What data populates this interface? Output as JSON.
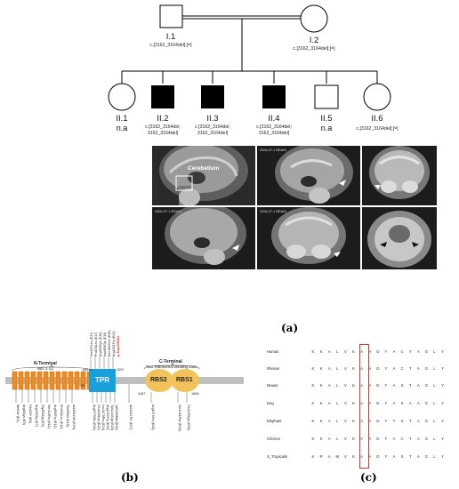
{
  "pedigree": {
    "gen1": [
      {
        "id": "I.1",
        "genotype": "c.[3162_3164del];[=]"
      },
      {
        "id": "I.2",
        "genotype": "c.[3162_3164del];[=]"
      }
    ],
    "gen2": [
      {
        "id": "II.1",
        "genotype": "n.a"
      },
      {
        "id": "II.2",
        "genotype_l1": "c.[3162_3164del;",
        "genotype_l2": "3162_3164del]"
      },
      {
        "id": "II.3",
        "genotype_l1": "c.[3162_3164del;",
        "genotype_l2": "3162_3164del]"
      },
      {
        "id": "II.4",
        "genotype_l1": "c.[3162_3164del;",
        "genotype_l2": "3162_3164del]"
      },
      {
        "id": "II.5",
        "genotype": "n.a"
      },
      {
        "id": "II.6",
        "genotype": "c.[3162_3164del];[=]"
      }
    ]
  },
  "mri": {
    "cerebellum_label": "Cerebellum",
    "header_text": "2006-07-1 BRAIN"
  },
  "panel_labels": {
    "a": "(a)",
    "b": "(b)",
    "c": "(c)"
  },
  "protein": {
    "n_terminal_title": "N-Terminal",
    "n_terminal_sub": "WD 1-13",
    "tpr_label": "TPR",
    "c_terminal_title": "C-Terminal",
    "c_terminal_sub": "Two Ribosomal Binding sites",
    "rbs2_label": "RBS2",
    "rbs1_label": "RBS1",
    "pos_739": "739",
    "pos_845": "845",
    "pos_1097": "1097",
    "pos_1287": "1287",
    "pos_1508": "1508",
    "highlight_variant": "p.Asp1055del",
    "below_variants": [
      "Met1Ile (E2)",
      "Arg83Lys (E5)",
      "Gln150* (E6)",
      "Arg201Gly (E7)",
      "Gly355Arg (E9)",
      "Ser413Pro (E11)",
      "Arg500Trp (E12)",
      "Pro520Leu (E12)",
      "Thr650Ile (E15)",
      "Ala1004Val (E20)",
      "Arg1075Gln (E21)",
      "Glu1120Lys (E22)",
      "Leu1179Pro (E24)",
      "Arg1215Trp (E25)",
      "Tyr1244Cys (E25)",
      "Val1260Met (E26)",
      "Ala1312Thr (E27)",
      "Arg1374His (E28)",
      "Ser1401Phe (E29)",
      "Glu1450Lys (E30)"
    ],
    "above_variants": [
      "Ser857Leu (E17)",
      "Pro878Leu (E17)",
      "Arg929Cys (E18)",
      "Asp955Gly (E19)",
      "Asn1002Ser (E20)",
      "Arg1031Trp (E21)",
      "p.Asp1055del"
    ]
  },
  "alignment": {
    "species": [
      "Human",
      "Rhesus",
      "Mouse",
      "Dog",
      "Elephant",
      "Chicken",
      "X_Tropicalis"
    ],
    "sequences": [
      [
        "K",
        "K",
        "A",
        "L",
        "V",
        "K",
        "A",
        "A",
        "D",
        "Y",
        "A",
        "C",
        "T",
        "A",
        "G",
        "L",
        "Y"
      ],
      [
        "K",
        "K",
        "A",
        "L",
        "V",
        "K",
        "A",
        "A",
        "D",
        "Y",
        "A",
        "C",
        "T",
        "A",
        "G",
        "L",
        "Y"
      ],
      [
        "K",
        "K",
        "A",
        "L",
        "V",
        "K",
        "A",
        "A",
        "D",
        "Y",
        "A",
        "S",
        "T",
        "A",
        "G",
        "L",
        "Y"
      ],
      [
        "K",
        "K",
        "A",
        "L",
        "V",
        "K",
        "A",
        "A",
        "D",
        "Y",
        "A",
        "S",
        "A",
        "A",
        "G",
        "L",
        "Y"
      ],
      [
        "K",
        "K",
        "A",
        "L",
        "V",
        "K",
        "A",
        "A",
        "D",
        "Y",
        "T",
        "S",
        "T",
        "A",
        "G",
        "L",
        "Y"
      ],
      [
        "K",
        "K",
        "A",
        "L",
        "V",
        "K",
        "V",
        "A",
        "D",
        "Y",
        "A",
        "C",
        "T",
        "A",
        "G",
        "L",
        "Y"
      ],
      [
        "K",
        "R",
        "A",
        "M",
        "V",
        "K",
        "A",
        "A",
        "D",
        "Y",
        "A",
        "S",
        "T",
        "A",
        "G",
        "L",
        "Y"
      ]
    ],
    "highlight_color": "#d9342b"
  },
  "colors": {
    "affected": "#000000",
    "wd_repeat": "#f28a1e",
    "tpr": "#1aa0d8",
    "rbs": "#f2c35a",
    "backbone": "#bfbfbf"
  }
}
